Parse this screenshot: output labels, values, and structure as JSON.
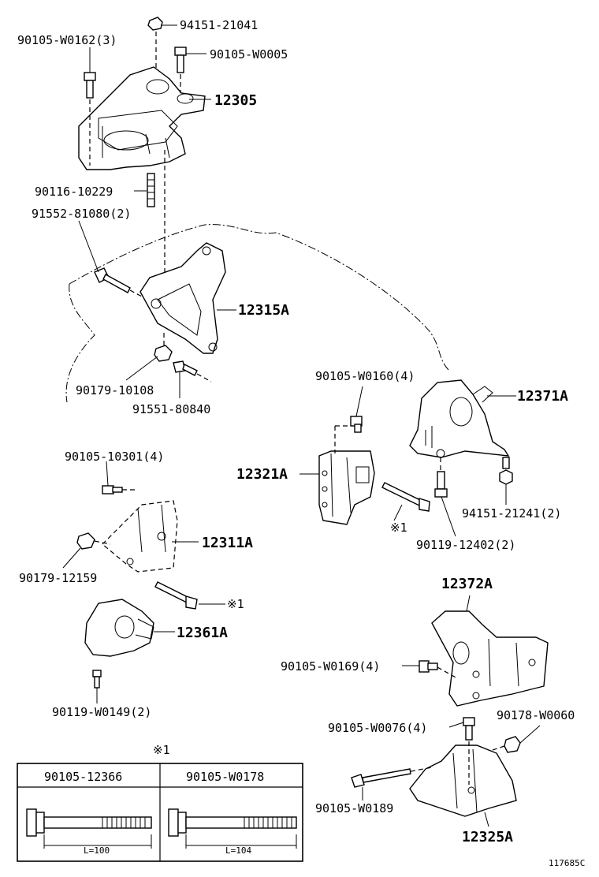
{
  "labels": {
    "p94151_21041": "94151-21041",
    "p90105_W0162": "90105-W0162(3)",
    "p90105_W0005": "90105-W0005",
    "p12305": "12305",
    "p90116_10229": "90116-10229",
    "p91552_81080": "91552-81080(2)",
    "p12315A": "12315A",
    "p90179_10108": "90179-10108",
    "p91551_80840": "91551-80840",
    "p90105_W0160": "90105-W0160(4)",
    "p12371A": "12371A",
    "p12321A": "12321A",
    "p94151_21241": "94151-21241(2)",
    "ref1_a": "※1",
    "p90119_12402": "90119-12402(2)",
    "p90105_10301": "90105-10301(4)",
    "p12311A": "12311A",
    "p90179_12159": "90179-12159",
    "ref1_b": "※1",
    "p12361A": "12361A",
    "p12372A": "12372A",
    "p90105_W0169": "90105-W0169(4)",
    "p90119_W0149": "90119-W0149(2)",
    "p90105_W0076": "90105-W0076(4)",
    "p90178_W0060": "90178-W0060",
    "p90105_W0189": "90105-W0189",
    "p12325A": "12325A"
  },
  "reference_table": {
    "marker": "※1",
    "columns": [
      {
        "part_no": "90105-12366",
        "length_label": "L=100"
      },
      {
        "part_no": "90105-W0178",
        "length_label": "L=104"
      }
    ]
  },
  "figure_id": "117685C"
}
